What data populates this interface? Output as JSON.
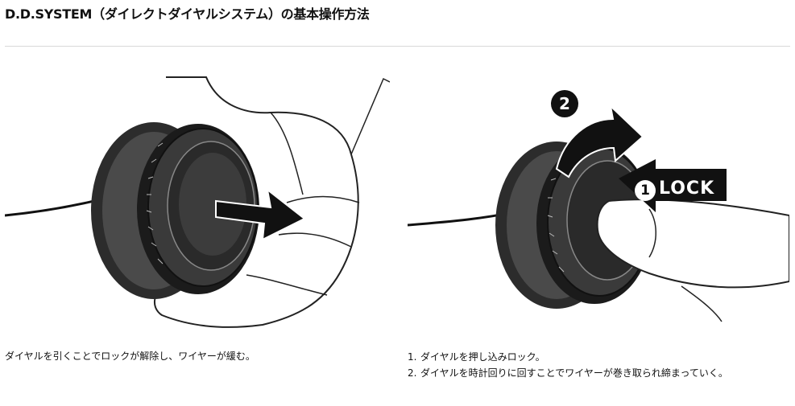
{
  "title": "D.D.SYSTEM（ダイレクトダイヤルシステム）の基本操作方法",
  "left_panel": {
    "caption": "ダイヤルを引くことでロックが解除し、ワイヤーが緩む。"
  },
  "right_panel": {
    "badge_1": "1",
    "badge_2": "2",
    "lock_label": "LOCK",
    "steps": [
      {
        "num": "1.",
        "text": "ダイヤルを押し込みロック。"
      },
      {
        "num": "2.",
        "text": "ダイヤルを時計回りに回すことでワイヤーが巻き取られ締まっていく。"
      }
    ]
  }
}
